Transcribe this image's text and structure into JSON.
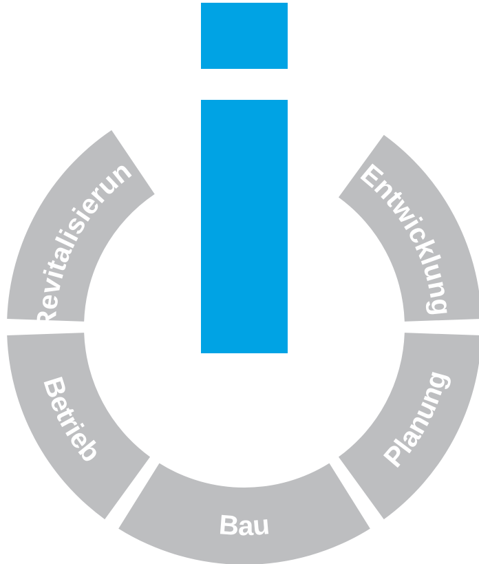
{
  "colors": {
    "accent": "#00a3e4",
    "segment": "#bdbec0",
    "label": "#ffffff",
    "background": "#ffffff"
  },
  "segments": [
    {
      "label": "Entwicklung"
    },
    {
      "label": "Planung"
    },
    {
      "label": "Bau"
    },
    {
      "label": "Betrieb"
    },
    {
      "label": "Revitalisierung"
    }
  ]
}
